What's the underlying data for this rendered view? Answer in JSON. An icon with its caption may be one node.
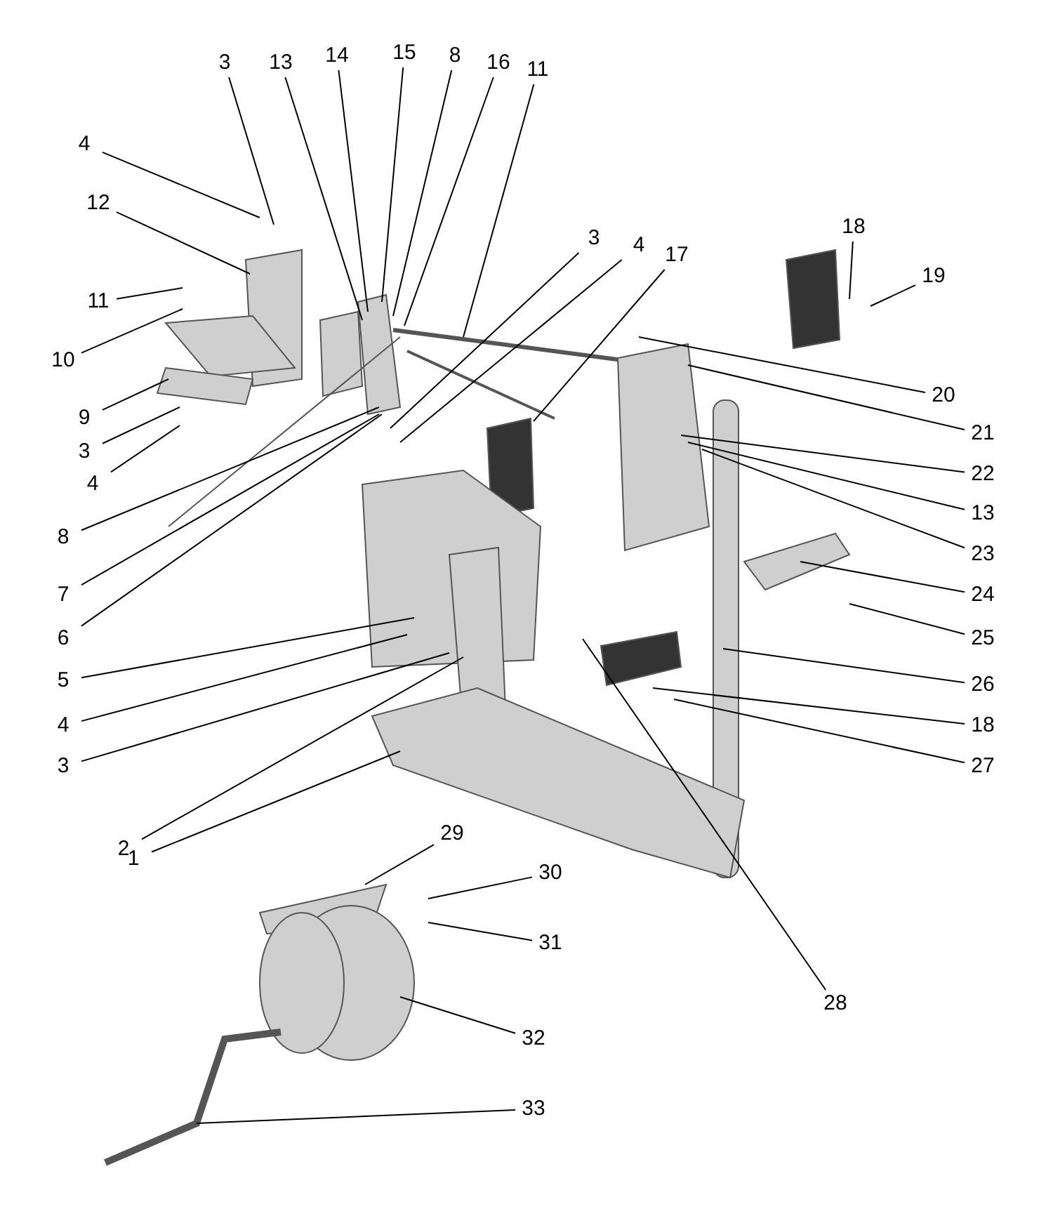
{
  "diagram": {
    "nodes": [
      {
        "text": [
          "3"
        ]
      },
      {
        "text": [
          "13"
        ]
      },
      {
        "text": [
          "14"
        ]
      },
      {
        "text": [
          "15"
        ]
      },
      {
        "text": [
          "8"
        ]
      },
      {
        "text": [
          "16"
        ]
      },
      {
        "text": [
          "11"
        ]
      },
      {
        "text": [
          "4"
        ]
      },
      {
        "text": [
          "12"
        ]
      },
      {
        "text": [
          "11"
        ]
      },
      {
        "text": [
          "10"
        ]
      },
      {
        "text": [
          "9"
        ]
      },
      {
        "text": [
          "3"
        ]
      },
      {
        "text": [
          "4"
        ]
      },
      {
        "text": [
          "3"
        ]
      },
      {
        "text": [
          "4"
        ]
      },
      {
        "text": [
          "17"
        ]
      },
      {
        "text": [
          "18"
        ]
      },
      {
        "text": [
          "19"
        ]
      },
      {
        "text": [
          "20"
        ]
      },
      {
        "text": [
          "21"
        ]
      },
      {
        "text": [
          "22"
        ]
      },
      {
        "text": [
          "13"
        ]
      },
      {
        "text": [
          "23"
        ]
      },
      {
        "text": [
          "24"
        ]
      },
      {
        "text": [
          "25"
        ]
      },
      {
        "text": [
          "26"
        ]
      },
      {
        "text": [
          "18"
        ]
      },
      {
        "text": [
          "27"
        ]
      },
      {
        "text": [
          "28"
        ]
      },
      {
        "text": [
          "8"
        ]
      },
      {
        "text": [
          "7"
        ]
      },
      {
        "text": [
          "6"
        ]
      },
      {
        "text": [
          "5"
        ]
      },
      {
        "text": [
          "4"
        ]
      },
      {
        "text": [
          "3"
        ]
      },
      {
        "text": [
          "2"
        ]
      },
      {
        "text": [
          "1"
        ]
      },
      {
        "text": [
          "29"
        ]
      },
      {
        "text": [
          "30"
        ]
      },
      {
        "text": [
          "31"
        ]
      },
      {
        "text": [
          "32"
        ]
      },
      {
        "text": [
          "33"
        ]
      }
    ],
    "edges": [
      {
        "from": 0,
        "to": null,
        "arrow": "none"
      },
      {
        "from": 1,
        "to": null,
        "arrow": "none"
      },
      {
        "from": 2,
        "to": null,
        "arrow": "none"
      },
      {
        "from": 3,
        "to": null,
        "arrow": "none"
      },
      {
        "from": 4,
        "to": null,
        "arrow": "none"
      },
      {
        "from": 5,
        "to": null,
        "arrow": "none"
      },
      {
        "from": 6,
        "to": null,
        "arrow": "none"
      },
      {
        "from": 7,
        "to": null,
        "arrow": "none"
      },
      {
        "from": 8,
        "to": null,
        "arrow": "none"
      },
      {
        "from": 9,
        "to": null,
        "arrow": "none"
      },
      {
        "from": 10,
        "to": null,
        "arrow": "none"
      },
      {
        "from": 11,
        "to": null,
        "arrow": "none"
      },
      {
        "from": 12,
        "to": null,
        "arrow": "none"
      },
      {
        "from": 13,
        "to": null,
        "arrow": "none"
      },
      {
        "from": 14,
        "to": null,
        "arrow": "none"
      },
      {
        "from": 15,
        "to": null,
        "arrow": "none"
      },
      {
        "from": 16,
        "to": null,
        "arrow": "none"
      },
      {
        "from": 17,
        "to": null,
        "arrow": "none"
      },
      {
        "from": 18,
        "to": null,
        "arrow": "none"
      },
      {
        "from": 19,
        "to": null,
        "arrow": "none"
      },
      {
        "from": 20,
        "to": null,
        "arrow": "none"
      },
      {
        "from": 21,
        "to": null,
        "arrow": "none"
      },
      {
        "from": 22,
        "to": null,
        "arrow": "none"
      },
      {
        "from": 23,
        "to": null,
        "arrow": "none"
      },
      {
        "from": 24,
        "to": null,
        "arrow": "none"
      },
      {
        "from": 25,
        "to": null,
        "arrow": "none"
      },
      {
        "from": 26,
        "to": null,
        "arrow": "none"
      },
      {
        "from": 27,
        "to": null,
        "arrow": "none"
      },
      {
        "from": 28,
        "to": null,
        "arrow": "none"
      },
      {
        "from": 29,
        "to": null,
        "arrow": "none"
      },
      {
        "from": 30,
        "to": null,
        "arrow": "none"
      },
      {
        "from": 31,
        "to": null,
        "arrow": "none"
      },
      {
        "from": 32,
        "to": null,
        "arrow": "none"
      },
      {
        "from": 33,
        "to": null,
        "arrow": "none"
      },
      {
        "from": 34,
        "to": null,
        "arrow": "none"
      },
      {
        "from": 35,
        "to": null,
        "arrow": "none"
      },
      {
        "from": 36,
        "to": null,
        "arrow": "none"
      },
      {
        "from": 37,
        "to": null,
        "arrow": "none"
      },
      {
        "from": 38,
        "to": null,
        "arrow": "none"
      },
      {
        "from": 39,
        "to": null,
        "arrow": "none"
      },
      {
        "from": 40,
        "to": null,
        "arrow": "none"
      },
      {
        "from": 41,
        "to": null,
        "arrow": "none"
      },
      {
        "from": 42,
        "to": null,
        "arrow": "none"
      }
    ]
  }
}
